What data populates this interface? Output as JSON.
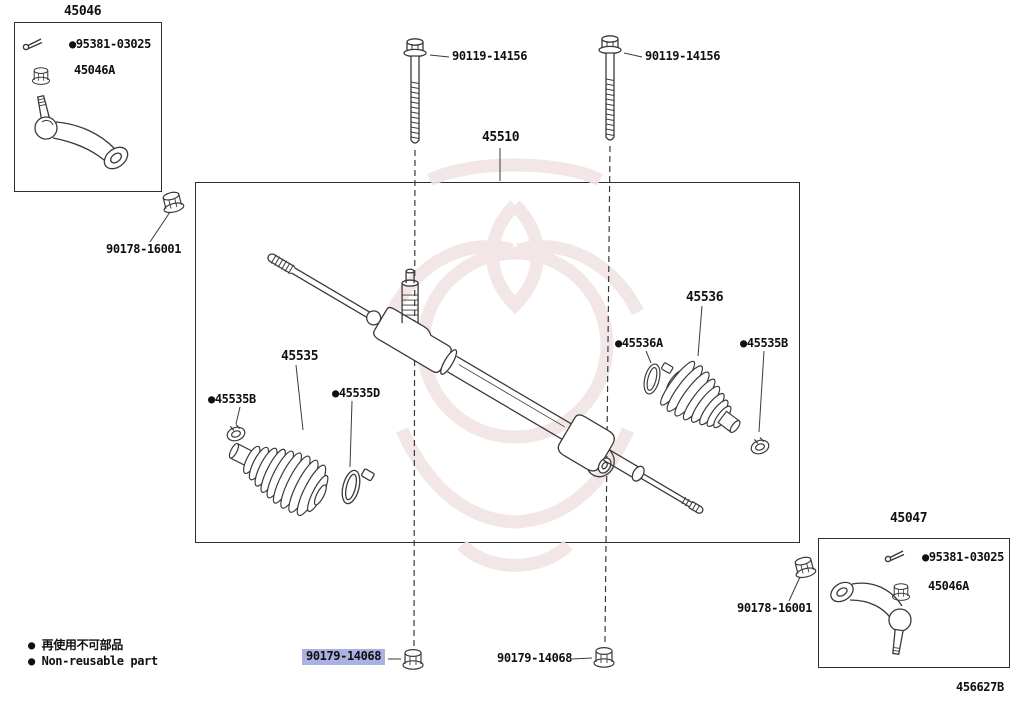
{
  "diagram": {
    "sheet_code": "456627B",
    "highlight_color": "#a9b2e2",
    "line_color": "#3a3a3a"
  },
  "legend": {
    "non_reusable_jp": "● 再使用不可部品",
    "non_reusable_en": "● Non-reusable part"
  },
  "insets": {
    "top_left": {
      "title": "45046",
      "cotter_pin": "●95381-03025",
      "castle_nut": "45046A"
    },
    "bottom_right": {
      "title": "45047",
      "cotter_pin": "●95381-03025",
      "castle_nut": "45046A"
    }
  },
  "callouts": {
    "steering_rack": "45510",
    "mount_bolt_left": "90119-14156",
    "mount_bolt_right": "90119-14156",
    "tie_rod_lock_nut_left": "90178-16001",
    "tie_rod_lock_nut_right": "90178-16001",
    "boot_left": "45535",
    "boot_left_clamp_small": "●45535B",
    "boot_left_clamp_band": "●45535D",
    "boot_right": "45536",
    "boot_right_clamp_band": "●45536A",
    "boot_right_clamp_small": "●45535B",
    "mount_nut_left_selected": "90179-14068",
    "mount_nut_right": "90179-14068"
  }
}
